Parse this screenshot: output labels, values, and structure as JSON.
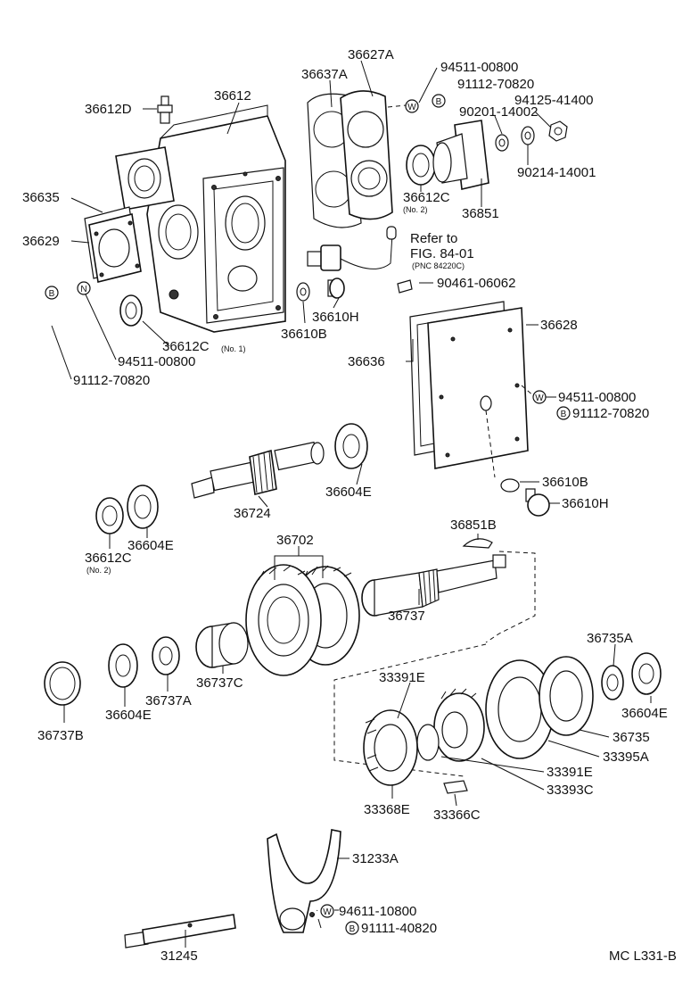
{
  "labels": {
    "p36627A": "36627A",
    "p36637A": "36637A",
    "p94511_00800_top": "94511-00800",
    "p91112_70820_top": "91112-70820",
    "p94125_41400": "94125-41400",
    "p90201_14002": "90201-14002",
    "p90214_14001": "90214-14001",
    "p36612D": "36612D",
    "p36612": "36612",
    "p36612C_no2_top": "36612C",
    "p36851": "36851",
    "p36635": "36635",
    "p36629": "36629",
    "refer_to": "Refer to",
    "fig_ref": "FIG. 84-01",
    "pnc_ref": "(PNC 84220C)",
    "p90461_06062": "90461-06062",
    "p36610H_top": "36610H",
    "p36610B_top": "36610B",
    "p36628": "36628",
    "p36612C_no1": "36612C",
    "p94511_00800_left": "94511-00800",
    "p91112_70820_left": "91112-70820",
    "p36636": "36636",
    "p94511_00800_right": "94511-00800",
    "p91112_70820_right": "91112-70820",
    "p36604E_a": "36604E",
    "p36724": "36724",
    "p36610B_right": "36610B",
    "p36610H_right": "36610H",
    "p36612C_no2_left": "36612C",
    "p36604E_b": "36604E",
    "p36851B": "36851B",
    "p36702": "36702",
    "p36737": "36737",
    "p36735A": "36735A",
    "p33391E_top": "33391E",
    "p36604E_right": "36604E",
    "p36737B": "36737B",
    "p36604E_c": "36604E",
    "p36737A": "36737A",
    "p36737C": "36737C",
    "p36735": "36735",
    "p33395A": "33395A",
    "p33391E_bot": "33391E",
    "p33393C": "33393C",
    "p33368E": "33368E",
    "p33366C": "33366C",
    "p31233A": "31233A",
    "p94611_10800": "94611-10800",
    "p91111_40820": "91111-40820",
    "p31245": "31245",
    "figure_code": "MC L331-B"
  },
  "notes": {
    "no2": "(No. 2)",
    "no1": "(No. 1)"
  },
  "markers": {
    "w": "W",
    "b": "B",
    "n": "N"
  }
}
